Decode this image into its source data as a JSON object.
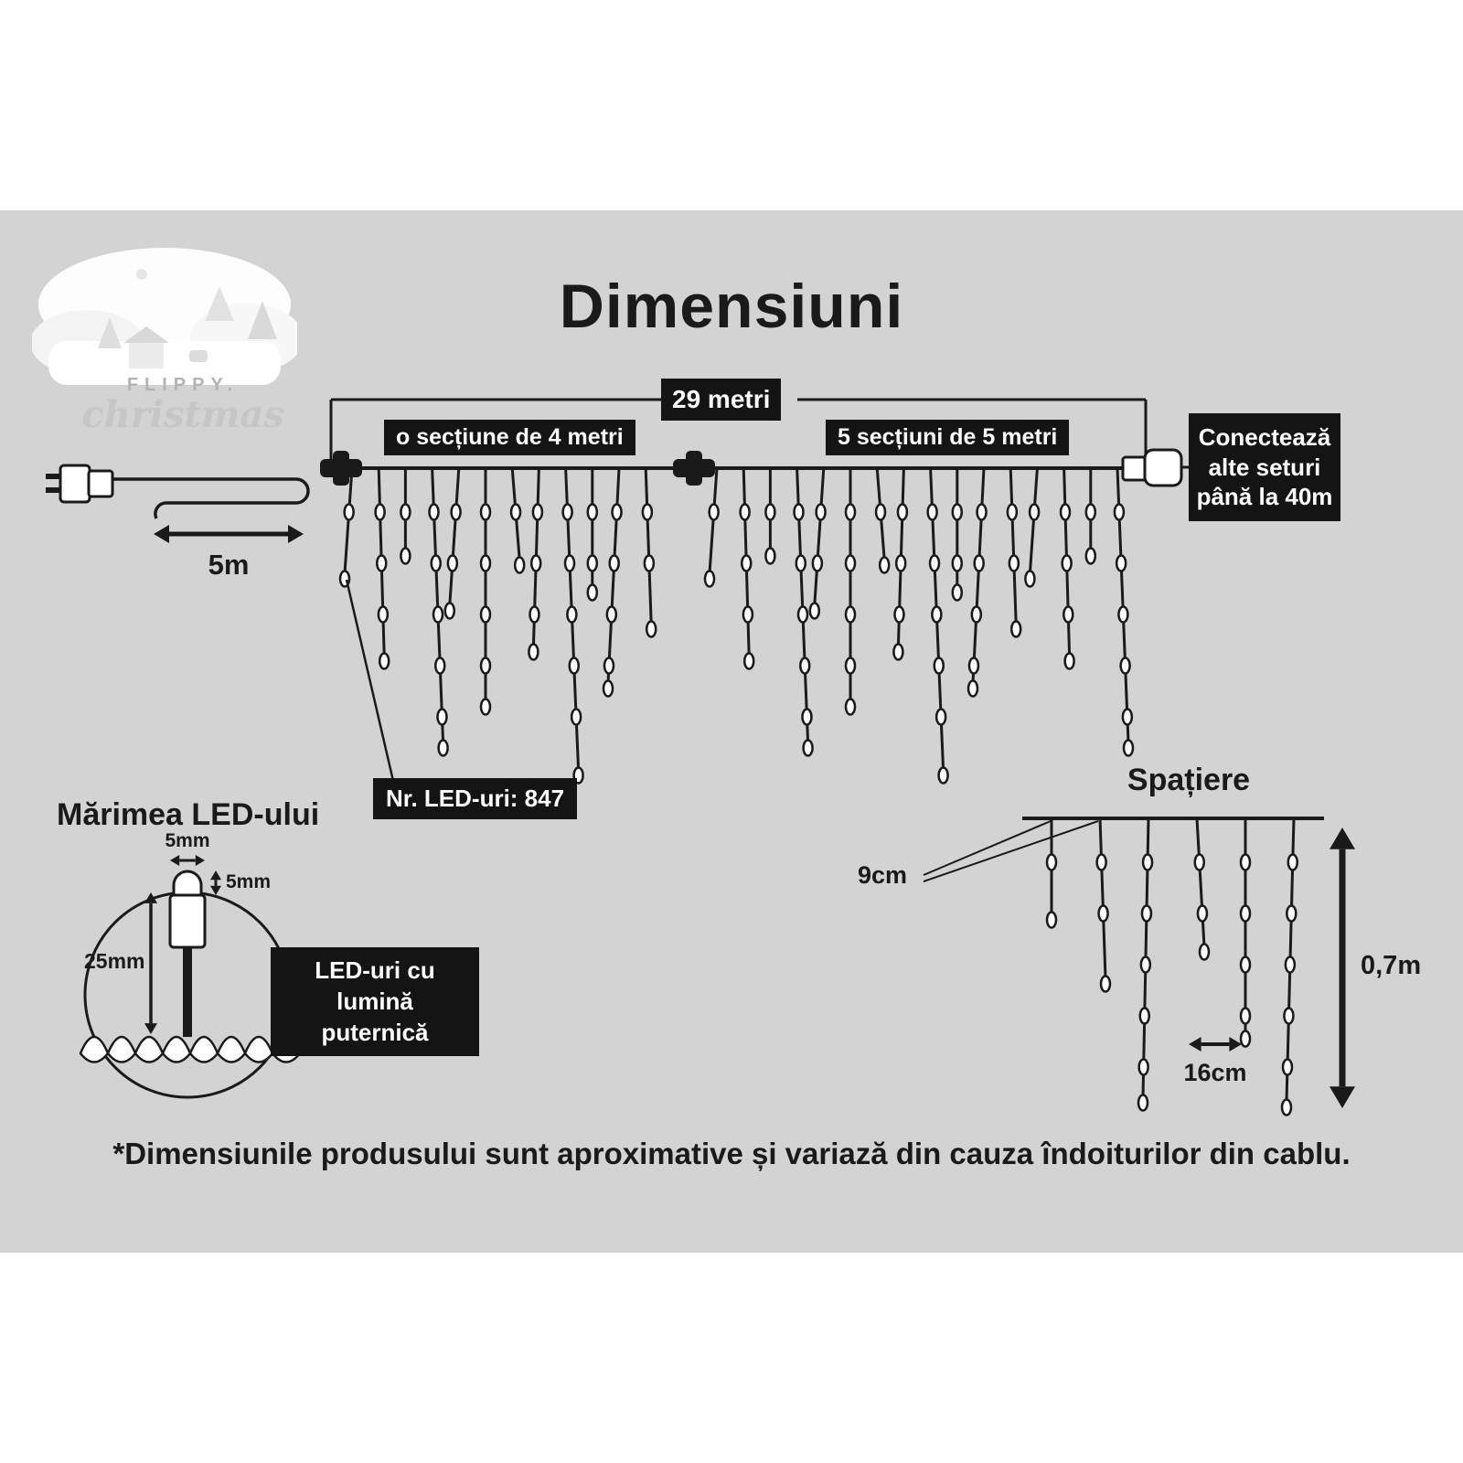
{
  "colors": {
    "band": "#d3d3d3",
    "box": "#141414",
    "ink": "#1a1a1a"
  },
  "header": {
    "title": "Dimensiuni"
  },
  "logo": {
    "brand": "FLIPPY.",
    "sub": "christmas"
  },
  "main_diagram": {
    "total_label": "29 metri",
    "section_left": "o secțiune de 4 metri",
    "section_right": "5 secțiuni de 5 metri",
    "connect_note": {
      "line1": "Conectează",
      "line2": "alte seturi",
      "line3": "până la 40m"
    },
    "lead_label": "5m",
    "led_count": "Nr. LED-uri: 847"
  },
  "led_detail": {
    "title": "Mărimea LED-ului",
    "cap_width": "5mm",
    "cap_height": "5mm",
    "body_height": "25mm",
    "note": "LED-uri cu lumină puternică"
  },
  "spacing": {
    "title": "Spațiere",
    "drop_spacing": "9cm",
    "bulb_spacing": "16cm",
    "drop_height": "0,7m"
  },
  "footnote": "*Dimensiunile produsului sunt aproximative și variază din cauza îndoiturilor din cablu."
}
